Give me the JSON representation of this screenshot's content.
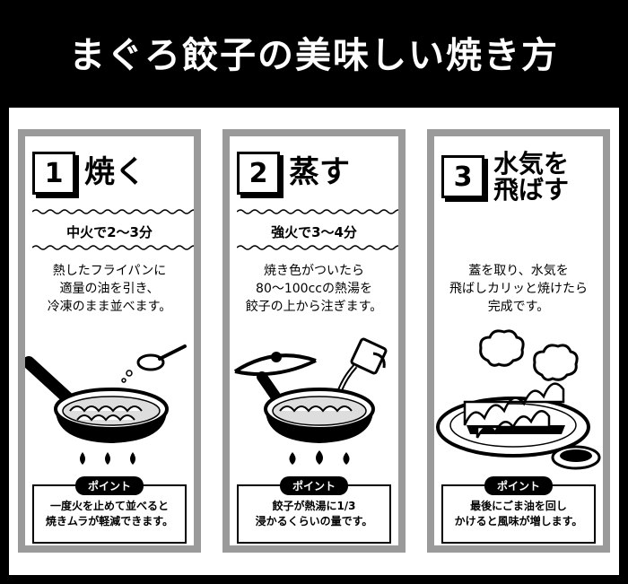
{
  "title": "まぐろ餃子の美味しい焼き方",
  "steps": [
    {
      "number": "1",
      "title": "焼く",
      "heat": "中火で2〜3分",
      "desc": [
        "熱したフライパンに",
        "適量の油を引き、",
        "冷凍のまま並べます。"
      ],
      "point_label": "ポイント",
      "point": [
        "一度火を止めて並べると",
        "焼きムラが軽減できます。"
      ],
      "icon": "frying-pan-with-spoon-icon"
    },
    {
      "number": "2",
      "title": "蒸す",
      "heat": "強火で3〜4分",
      "desc": [
        "焼き色がついたら",
        "80〜100ccの熱湯を",
        "餃子の上から注ぎます。"
      ],
      "point_label": "ポイント",
      "point": [
        "餃子が熱湯に1/3",
        "浸かるくらいの量です。"
      ],
      "icon": "pan-with-lid-and-water-icon"
    },
    {
      "number": "3",
      "title_lines": [
        "水気を",
        "飛ばす"
      ],
      "heat": "",
      "desc": [
        "蓋を取り、水気を",
        "飛ばしカリッと焼けたら",
        "完成です。"
      ],
      "point_label": "ポイント",
      "point": [
        "最後にごま油を回し",
        "かけると風味が増します。"
      ],
      "icon": "gyoza-plate-icon"
    }
  ]
}
